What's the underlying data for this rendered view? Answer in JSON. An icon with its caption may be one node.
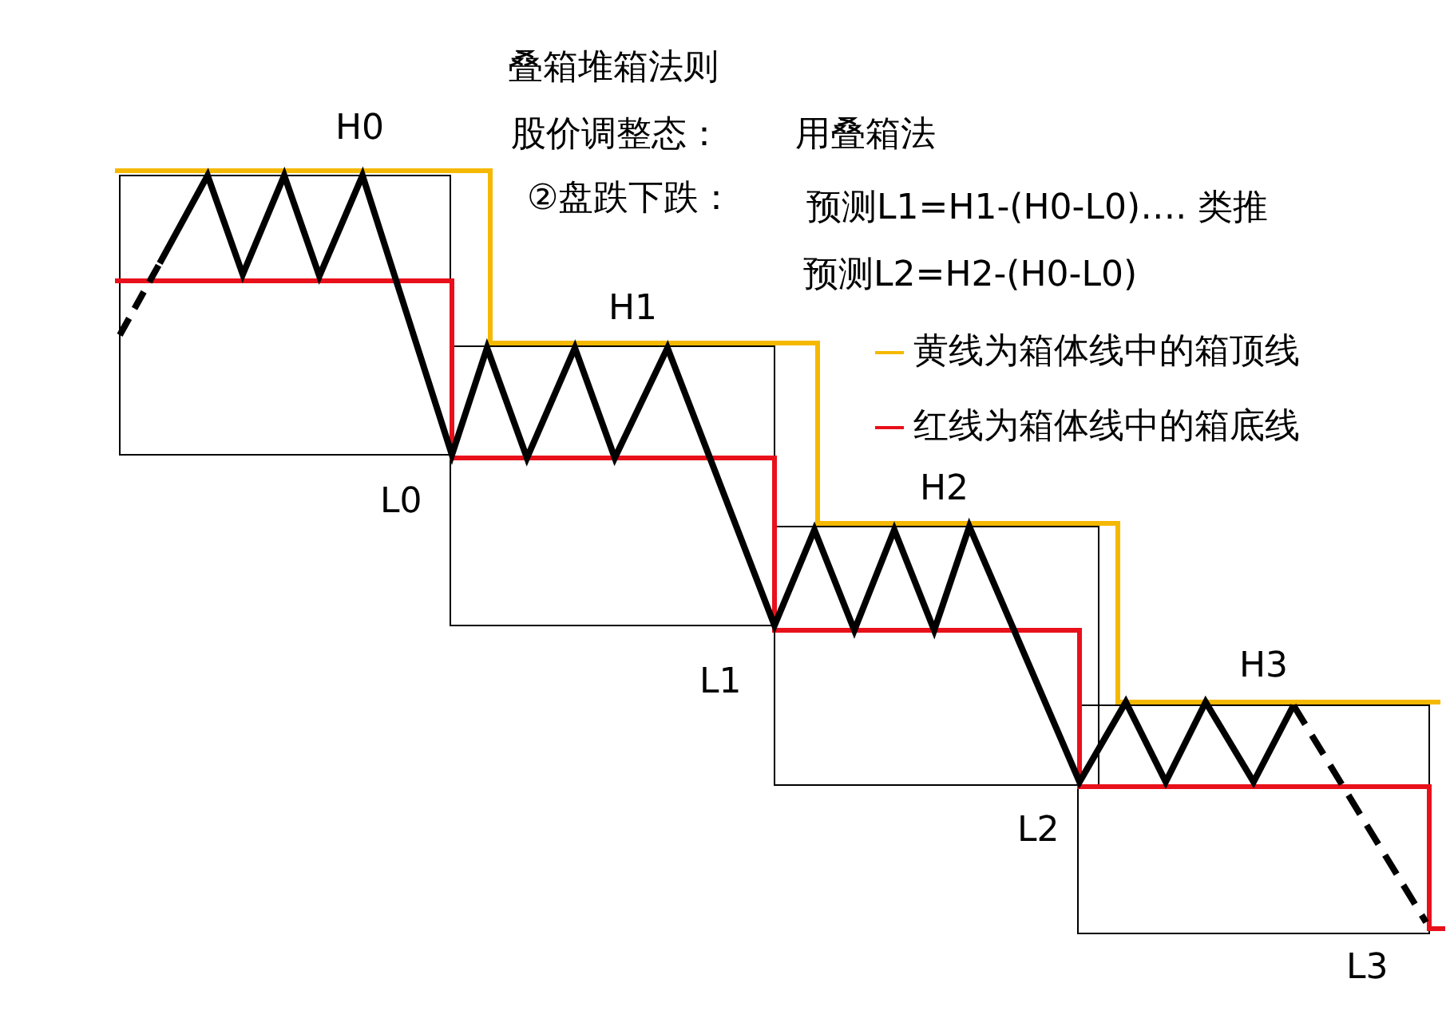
{
  "diagram": {
    "title": "叠箱堆箱法则",
    "labels": [
      "股价调整态：",
      "用叠箱法",
      "②盘跌下跌：",
      "预测L1=H1-(H0-L0)…. 类推",
      "预测L2=H2-(H0-L0)",
      "H0",
      "H1",
      "L0",
      "H2",
      "L1",
      "H3",
      "L2",
      "L3"
    ],
    "legend": [
      {
        "text": "黄线为箱体线中的箱顶线"
      },
      {
        "text": "红线为箱体线中的箱底线"
      }
    ]
  }
}
